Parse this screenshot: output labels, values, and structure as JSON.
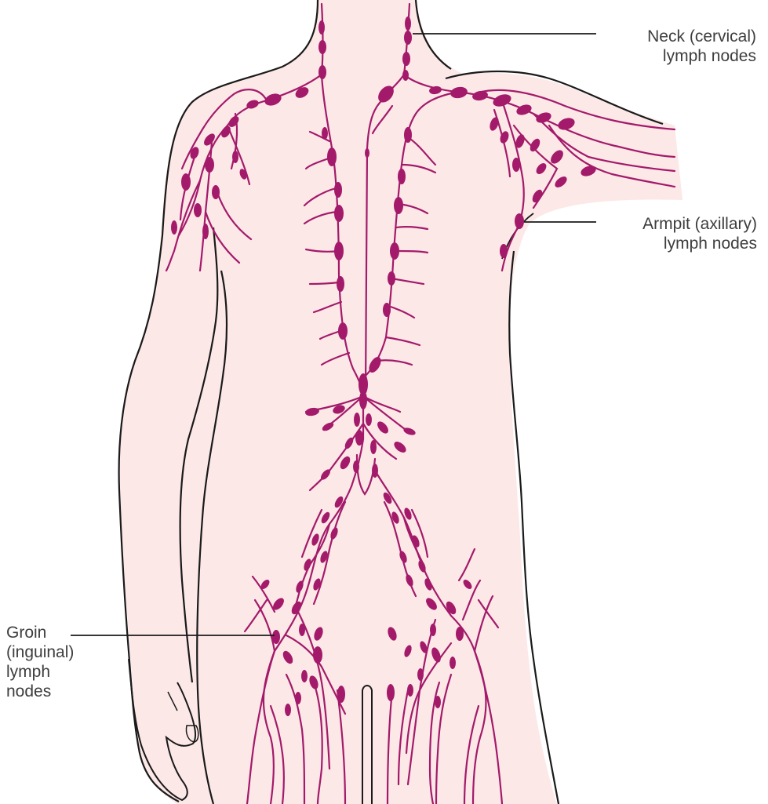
{
  "diagram": {
    "labels": {
      "neck": {
        "line1": "Neck (cervical)",
        "line2": "lymph nodes"
      },
      "armpit": {
        "line1": "Armpit (axillary)",
        "line2": "lymph nodes"
      },
      "groin": {
        "line1": "Groin",
        "line2": "(inguinal)",
        "line3": "lymph",
        "line4": "nodes"
      }
    },
    "colors": {
      "skin": "#fde8e8",
      "outline": "#1a1a1a",
      "lymph": "#a31a6a",
      "leader": "#1a1a1a",
      "text": "#3d3d3d"
    }
  }
}
